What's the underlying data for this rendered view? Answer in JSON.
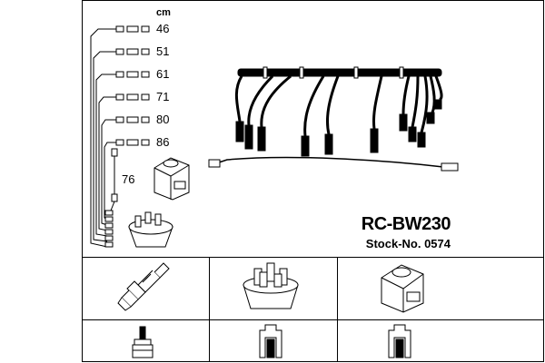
{
  "header": {
    "unit": "cm"
  },
  "cable_lengths": [
    "46",
    "51",
    "61",
    "71",
    "80",
    "86"
  ],
  "short_cable_length": "76",
  "product": {
    "model": "RC-BW230",
    "stock": "Stock-No. 0574"
  },
  "icons": [
    "spark-plug-icon",
    "distributor-cap-icon",
    "ignition-coil-icon",
    "plug-terminal-icon",
    "cap-terminal-icon",
    "coil-terminal-icon"
  ],
  "colors": {
    "line": "#000000",
    "background": "#ffffff"
  }
}
